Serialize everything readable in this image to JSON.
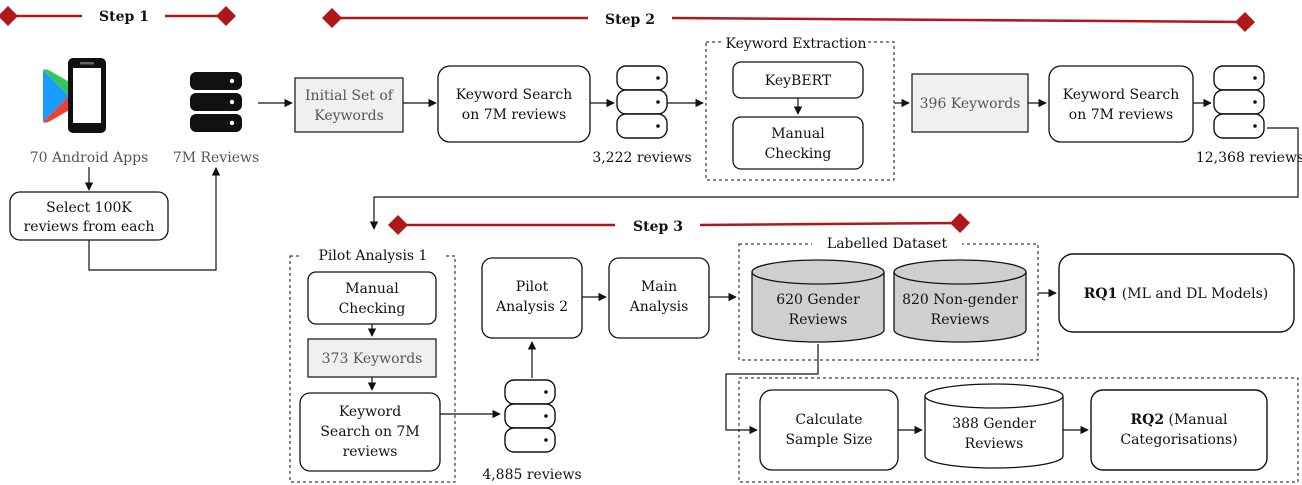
{
  "steps": {
    "step1": "Step 1",
    "step2": "Step 2",
    "step3": "Step 3"
  },
  "step1": {
    "apps_label": "70 Android Apps",
    "reviews_label": "7M Reviews",
    "select_box": [
      "Select 100K",
      "reviews from each"
    ]
  },
  "step2": {
    "initial_keywords": [
      "Initial Set of",
      "Keywords"
    ],
    "keyword_search_1": [
      "Keyword Search",
      "on 7M reviews"
    ],
    "reviews_count_1": "3,222 reviews",
    "extraction_group": "Keyword Extraction",
    "keybert": "KeyBERT",
    "manual_checking": [
      "Manual",
      "Checking"
    ],
    "keywords_396": "396 Keywords",
    "keyword_search_2": [
      "Keyword Search",
      "on 7M reviews"
    ],
    "reviews_count_2": "12,368 reviews"
  },
  "step3": {
    "pilot1_group": "Pilot Analysis 1",
    "manual_checking": [
      "Manual",
      "Checking"
    ],
    "keywords_373": "373 Keywords",
    "keyword_search_3": [
      "Keyword",
      "Search on 7M",
      "reviews"
    ],
    "reviews_count_3": "4,885 reviews",
    "pilot2": [
      "Pilot",
      "Analysis 2"
    ],
    "main_analysis": [
      "Main",
      "Analysis"
    ],
    "labelled_group": "Labelled Dataset",
    "gender_reviews": [
      "620 Gender",
      "Reviews"
    ],
    "nongender_reviews": [
      "820 Non-gender",
      "Reviews"
    ],
    "rq1_bold": "RQ1",
    "rq1_rest": " (ML and DL Models)",
    "sample_size": [
      "Calculate",
      "Sample Size"
    ],
    "gender_388": [
      "388 Gender",
      "Reviews"
    ],
    "rq2_bold": "RQ2",
    "rq2_rest_1": " (Manual",
    "rq2_rest_2": "Categorisations)"
  },
  "colors": {
    "step_line": "#b01818",
    "box_grey": "#f0f0f0",
    "cylinder_grey": "#cfcfcf",
    "stroke": "#111111"
  },
  "icons": [
    "google-play-icon",
    "phone-icon",
    "database-icon"
  ]
}
